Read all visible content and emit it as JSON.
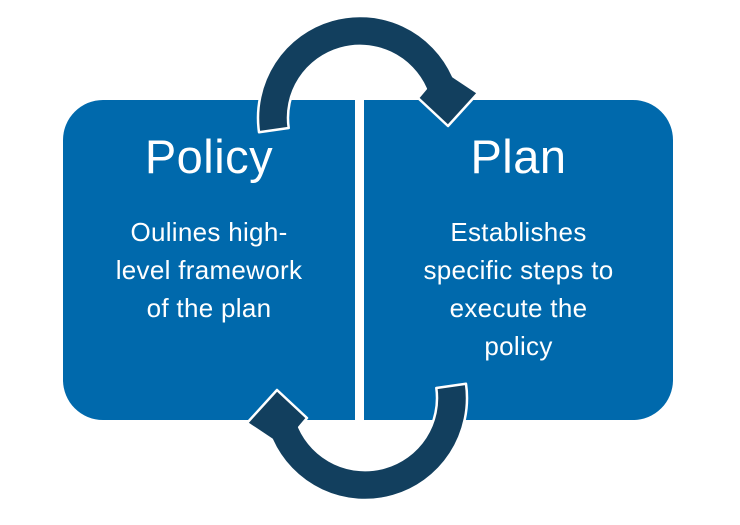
{
  "diagram": {
    "type": "cycle-diagram",
    "colors": {
      "panel_blue": "#0069AC",
      "arrow_navy": "#123F5E",
      "arrow_outline": "#FFFFFF",
      "text_white": "#FFFFFF",
      "background": "#FFFFFF"
    },
    "panels": [
      {
        "id": "policy",
        "title": "Policy",
        "lines": [
          "Oulines high-",
          "level framework",
          "of the plan"
        ]
      },
      {
        "id": "plan",
        "title": "Plan",
        "lines": [
          "Establishes",
          "specific steps to",
          "execute the",
          "policy"
        ]
      }
    ],
    "arrows": [
      {
        "name": "top-arrow",
        "direction": "policy-to-plan"
      },
      {
        "name": "bottom-arrow",
        "direction": "plan-to-policy"
      }
    ]
  }
}
